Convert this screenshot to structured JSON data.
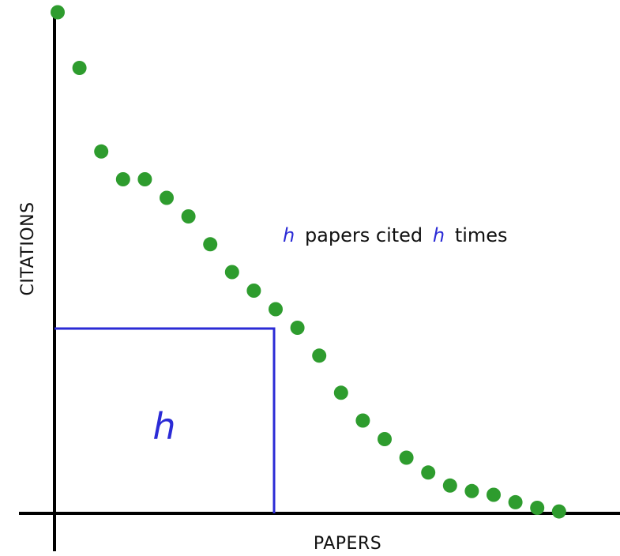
{
  "chart_data": {
    "type": "scatter",
    "xlabel": "PAPERS",
    "ylabel": "CITATIONS",
    "area_label": "h",
    "annotation": {
      "h1": "h",
      "text1": " papers cited ",
      "h2": "h",
      "text2": " times"
    },
    "points": [
      {
        "x": 0,
        "y": 27
      },
      {
        "x": 1,
        "y": 24
      },
      {
        "x": 2,
        "y": 19.5
      },
      {
        "x": 3,
        "y": 18
      },
      {
        "x": 4,
        "y": 18
      },
      {
        "x": 5,
        "y": 17
      },
      {
        "x": 6,
        "y": 16
      },
      {
        "x": 7,
        "y": 14.5
      },
      {
        "x": 8,
        "y": 13
      },
      {
        "x": 9,
        "y": 12
      },
      {
        "x": 10,
        "y": 11
      },
      {
        "x": 11,
        "y": 10
      },
      {
        "x": 12,
        "y": 8.5
      },
      {
        "x": 13,
        "y": 6.5
      },
      {
        "x": 14,
        "y": 5
      },
      {
        "x": 15,
        "y": 4
      },
      {
        "x": 16,
        "y": 3
      },
      {
        "x": 17,
        "y": 2.2
      },
      {
        "x": 18,
        "y": 1.5
      },
      {
        "x": 19,
        "y": 1.2
      },
      {
        "x": 20,
        "y": 1
      },
      {
        "x": 21,
        "y": 0.6
      },
      {
        "x": 22,
        "y": 0.3
      },
      {
        "x": 23,
        "y": 0.1
      }
    ],
    "h_index": 10,
    "grid": false,
    "colors": {
      "points": "#2e9c2e",
      "h_box": "#2b2bd6",
      "axes": "#000000"
    }
  }
}
